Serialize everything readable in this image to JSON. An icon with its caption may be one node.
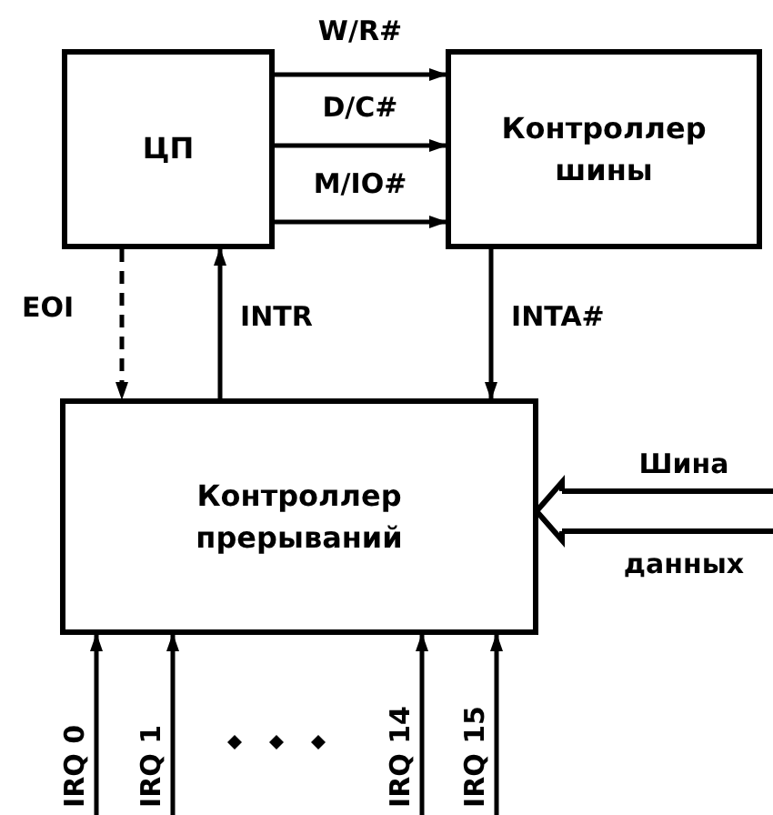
{
  "diagram": {
    "nodes": [
      {
        "text": [
          "ЦП"
        ]
      },
      {
        "text": [
          "Контроллер шины"
        ]
      },
      {
        "text": [
          "Контроллер прерываний"
        ]
      }
    ],
    "edges": [
      {
        "from": 0,
        "to": 1,
        "arrow": "to",
        "label": "W/R#"
      },
      {
        "from": 0,
        "to": 1,
        "arrow": "to",
        "label": "D/C#"
      },
      {
        "from": 0,
        "to": 1,
        "arrow": "to",
        "label": "M/IO#"
      },
      {
        "from": 0,
        "to": 2,
        "arrow": "to",
        "label": "EOI",
        "style": "dashed"
      },
      {
        "from": 2,
        "to": 0,
        "arrow": "to",
        "label": "INTR"
      },
      {
        "from": 1,
        "to": 2,
        "arrow": "to",
        "label": "INTA#"
      },
      {
        "from": null,
        "to": 2,
        "arrow": "to",
        "label": "Шина данных"
      },
      {
        "from": null,
        "to": 2,
        "arrow": "to",
        "label": "IRQ 0"
      },
      {
        "from": null,
        "to": 2,
        "arrow": "to",
        "label": "IRQ 1"
      },
      {
        "from": null,
        "to": 2,
        "arrow": "to",
        "label": "IRQ 14"
      },
      {
        "from": null,
        "to": 2,
        "arrow": "to",
        "label": "IRQ 15"
      }
    ]
  }
}
